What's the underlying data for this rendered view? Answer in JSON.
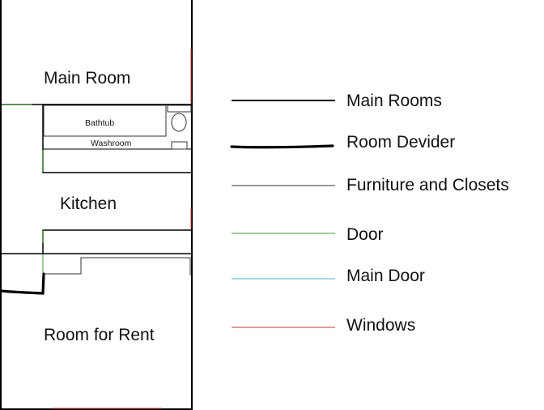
{
  "rooms": {
    "main_room": "Main Room",
    "bathtub": "Bathtub",
    "washroom": "Washroom",
    "kitchen": "Kitchen",
    "room_for_rent": "Room for Rent"
  },
  "legend": [
    {
      "label": "Main Rooms",
      "color": "#000000"
    },
    {
      "label": "Room Devider",
      "color": "#000000"
    },
    {
      "label": "Furniture and Closets",
      "color": "#333333"
    },
    {
      "label": "Door",
      "color": "#3aa63a"
    },
    {
      "label": "Main Door",
      "color": "#4fb3d9"
    },
    {
      "label": "Windows",
      "color": "#c0392b"
    }
  ]
}
